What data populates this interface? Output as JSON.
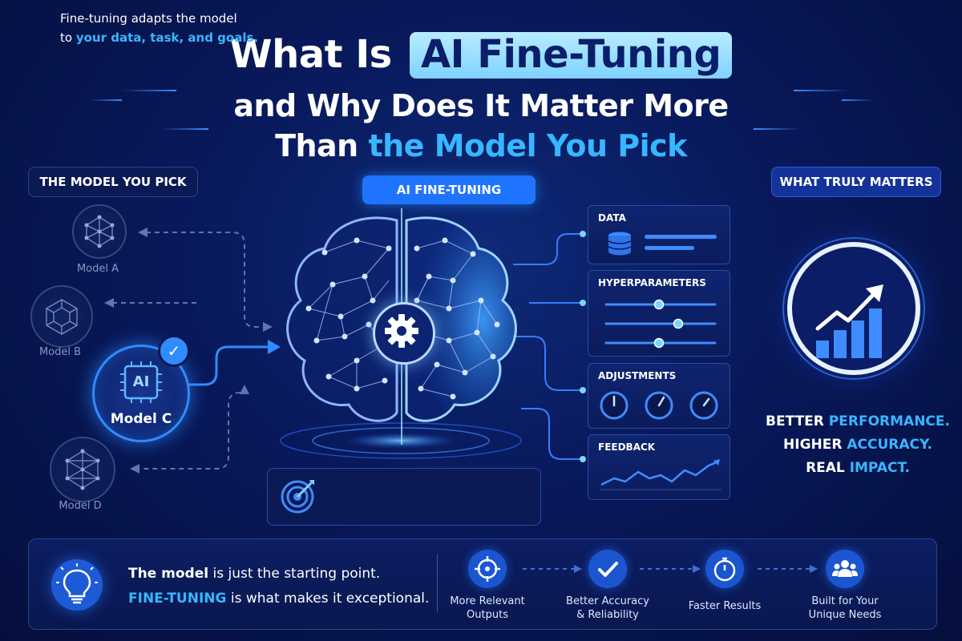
{
  "title": {
    "line1_prefix": "What Is",
    "line1_highlight": "AI Fine-Tuning",
    "line2": "and Why Does It Matter More",
    "line3_prefix": "Than",
    "line3_highlight": "the Model You Pick"
  },
  "labels": {
    "model_you_pick": "THE MODEL YOU PICK",
    "ai_fine_tuning": "AI FINE-TUNING",
    "what_truly_matters": "WHAT TRULY MATTERS"
  },
  "models": [
    {
      "name": "Model A",
      "icon": "network-icon"
    },
    {
      "name": "Model B",
      "icon": "cube-network-icon"
    },
    {
      "name": "Model C",
      "icon": "ai-chip-icon",
      "chip_text": "AI",
      "selected": true
    },
    {
      "name": "Model D",
      "icon": "mesh-network-icon"
    }
  ],
  "panels": {
    "data": "DATA",
    "hyperparameters": "HYPERPARAMETERS",
    "adjustments": "ADJUSTMENTS",
    "feedback": "FEEDBACK"
  },
  "note": {
    "line1": "Fine-tuning adapts the model",
    "line2_prefix": "to",
    "line2_highlight": "your data, task, and goals."
  },
  "result": {
    "line1_prefix": "BETTER",
    "line1_highlight": "PERFORMANCE.",
    "line2_prefix": "HIGHER",
    "line2_highlight": "ACCURACY.",
    "line3_prefix": "REAL",
    "line3_highlight": "IMPACT."
  },
  "bottom": {
    "line1_bold": "The model",
    "line1_rest": "is just the starting point.",
    "line2_highlight": "FINE-TUNING",
    "line2_rest": "is what makes it exceptional.",
    "benefits": [
      {
        "line1": "More Relevant",
        "line2": "Outputs",
        "icon": "target-icon"
      },
      {
        "line1": "Better Accuracy",
        "line2": "& Reliability",
        "icon": "checkmark-icon"
      },
      {
        "line1": "Faster Results",
        "line2": "",
        "icon": "stopwatch-icon"
      },
      {
        "line1": "Built for Your",
        "line2": "Unique Needs",
        "icon": "users-icon"
      }
    ]
  },
  "colors": {
    "background": "#08185a",
    "accent": "#2f8cff",
    "highlight_text": "#38b6ff",
    "title_highlight_bg": "#9fe0ff"
  }
}
